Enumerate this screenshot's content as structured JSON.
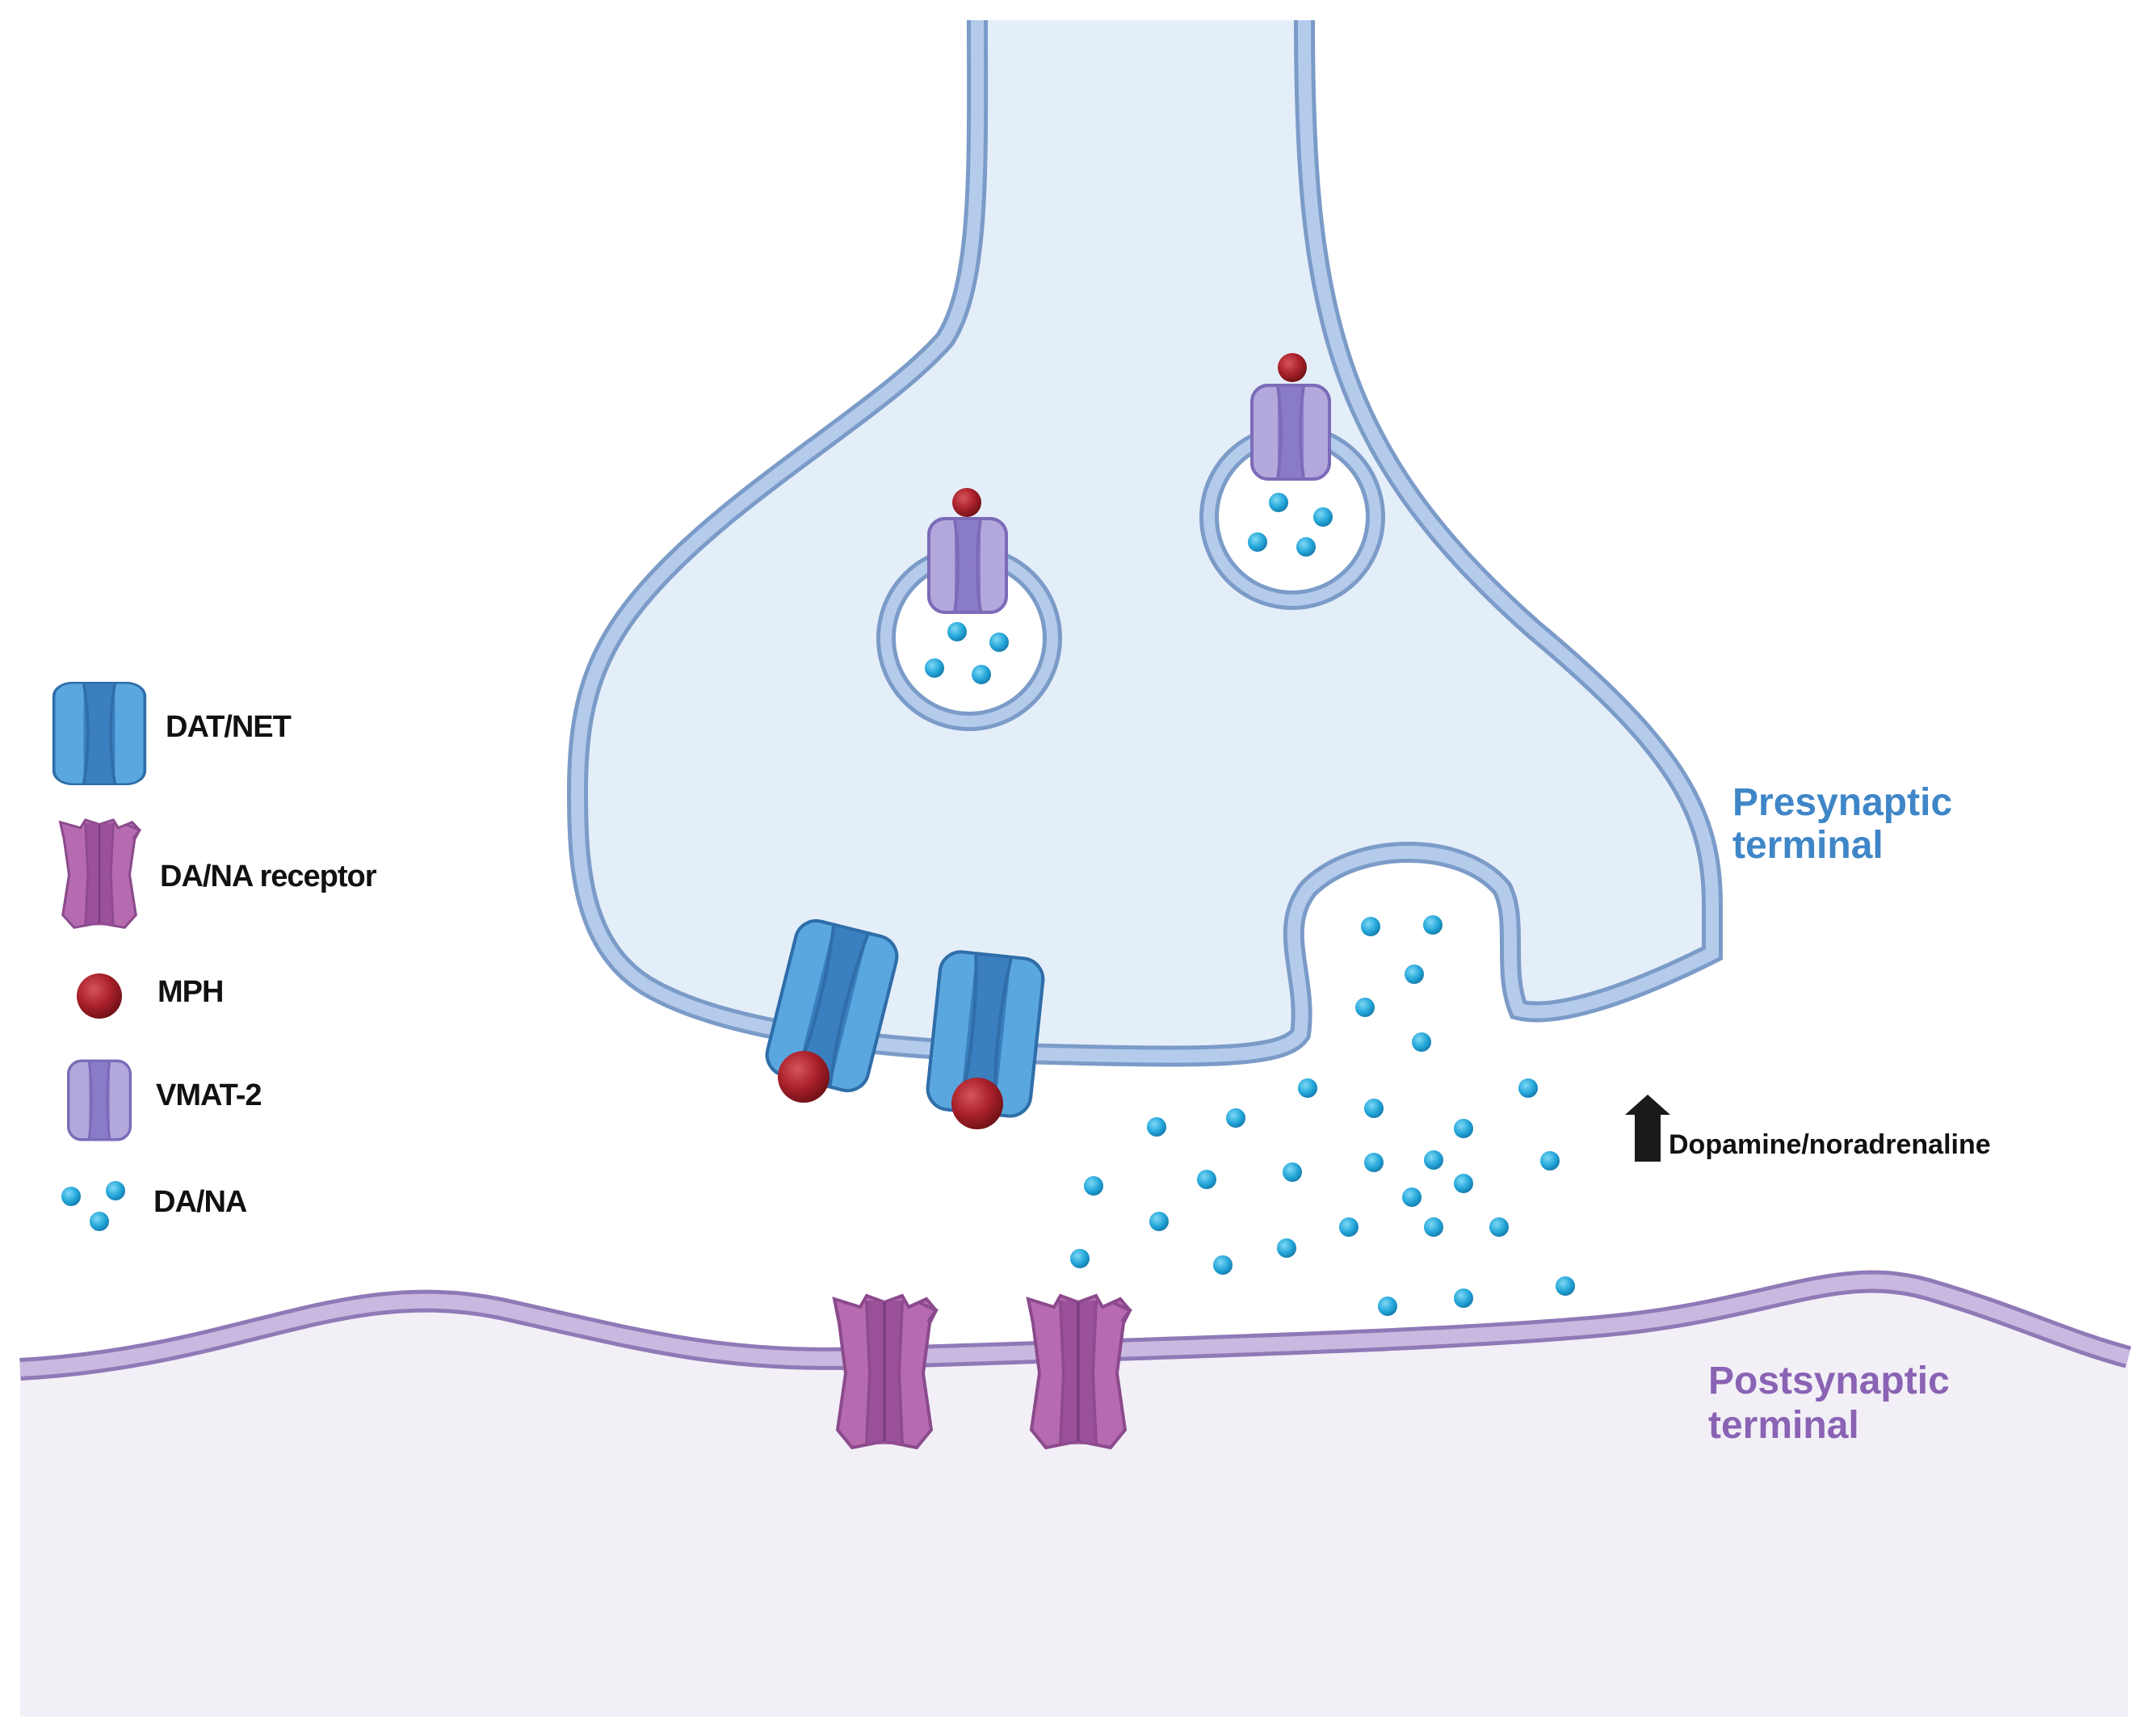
{
  "legend": {
    "dat_net": "DAT/NET",
    "receptor": "DA/NA receptor",
    "mph": "MPH",
    "vmat2": "VMAT-2",
    "da_na": "DA/NA"
  },
  "labels": {
    "presynaptic_line1": "Presynaptic",
    "presynaptic_line2": "terminal",
    "postsynaptic_line1": "Postsynaptic",
    "postsynaptic_line2": "terminal",
    "increase": "Dopamine/noradrenaline"
  },
  "colors": {
    "presynaptic_fill": "#e4eef9",
    "presynaptic_membrane": "#b4cbec",
    "presynaptic_outline": "#7b9bc8",
    "postsynaptic_fill": "#f2eff7",
    "postsynaptic_membrane": "#c3b2dc",
    "postsynaptic_outline": "#8f79b6",
    "transporter_light": "#5aa7e0",
    "transporter_dark": "#3a7fbe",
    "receptor": "#b66bb1",
    "receptor_dark": "#944b95",
    "mph": "#a8202a",
    "vmat_light": "#b3a8dc",
    "vmat_dark": "#8a7bc9",
    "molecule": "#23a6d9",
    "presynaptic_text": "#3f86c8",
    "postsynaptic_text": "#8a63b4"
  },
  "icons": [
    "dat-net-icon",
    "receptor-icon",
    "mph-icon",
    "vmat2-icon",
    "da-na-icon",
    "up-arrow-icon"
  ]
}
